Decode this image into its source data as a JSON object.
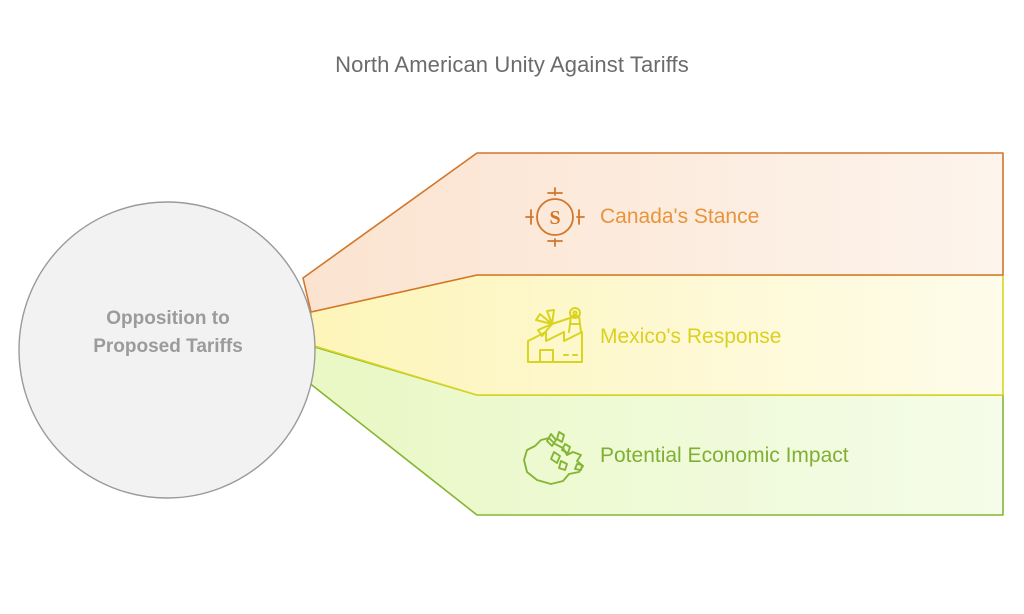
{
  "title": "North American Unity Against Tariffs",
  "center": {
    "line1": "Opposition to",
    "line2": "Proposed Tariffs",
    "fill": "#f2f2f2",
    "stroke": "#9a9a9a",
    "text_color": "#9b9b9b"
  },
  "bands": [
    {
      "label": "Canada's Stance",
      "icon": "money-target-icon",
      "icon_glyph": "S",
      "stroke": "#d2762a",
      "fill_start": "#fbe3d0",
      "fill_end": "#fdf4ec",
      "text_color": "#e8943c"
    },
    {
      "label": "Mexico's Response",
      "icon": "factory-icon",
      "icon_glyph": "",
      "stroke": "#d9d41f",
      "fill_start": "#fdf5b9",
      "fill_end": "#fefcea",
      "text_color": "#dcd020"
    },
    {
      "label": "Potential Economic Impact",
      "icon": "canada-map-icon",
      "icon_glyph": "",
      "stroke": "#86b536",
      "fill_start": "#e9f8c4",
      "fill_end": "#f5fce9",
      "text_color": "#7fb033"
    }
  ]
}
